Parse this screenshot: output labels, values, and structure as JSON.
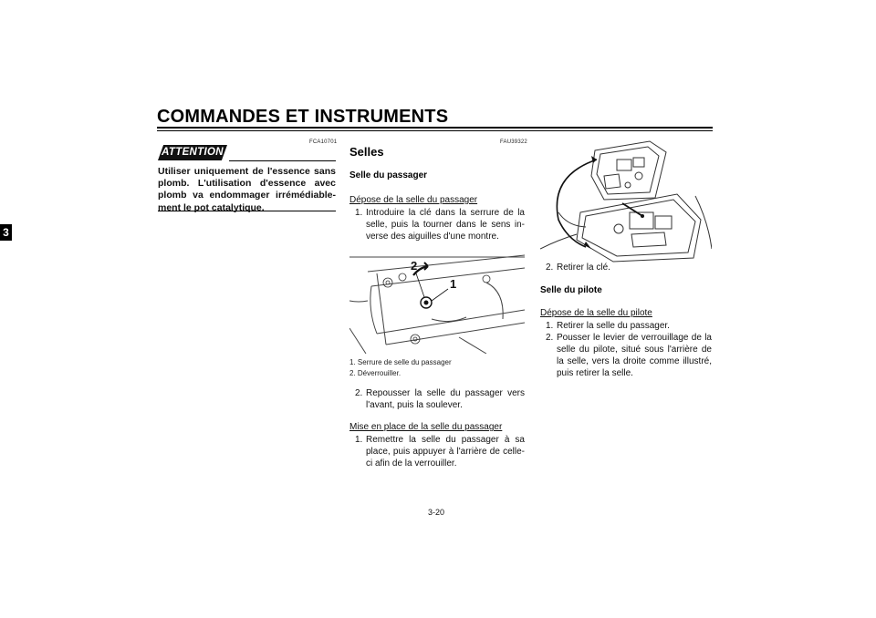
{
  "header": {
    "title": "COMMANDES ET INSTRUMENTS",
    "chapter_tab": "3"
  },
  "attention": {
    "code": "FCA10701",
    "badge": "ATTENTION",
    "text": "Utiliser uniquement de l'essence sans plomb. L'utilisation d'essence avec plomb va endommager irrémédiable-ment le pot catalytique."
  },
  "seats": {
    "code": "FAU39322",
    "title": "Selles",
    "passenger_seat_title": "Selle du passager",
    "removal_title": "Dépose de la selle du passager",
    "removal_steps": [
      {
        "num": "1.",
        "text": "Introduire la clé dans la serrure de la selle, puis la tourner dans le sens in-verse des aiguilles d'une montre."
      },
      {
        "num": "2.",
        "text": "Repousser la selle du passager vers l'avant, puis la soulever."
      }
    ],
    "figure_labels": {
      "one": "1",
      "two": "2"
    },
    "captions": [
      {
        "num": "1.",
        "text": "Serrure de selle du passager"
      },
      {
        "num": "2.",
        "text": "Déverrouiller."
      }
    ],
    "install_title": "Mise en place de la selle du passager",
    "install_steps": [
      {
        "num": "1.",
        "text": "Remettre la selle du passager à sa place, puis appuyer à l'arrière de celle-ci afin de la verrouiller."
      },
      {
        "num": "2.",
        "text": "Retirer la clé."
      }
    ],
    "rider_seat_title": "Selle du pilote",
    "rider_removal_title": "Dépose de la selle du pilote",
    "rider_steps": [
      {
        "num": "1.",
        "text": "Retirer la selle du passager."
      },
      {
        "num": "2.",
        "text": "Pousser le levier de verrouillage de la selle du pilote, situé sous l'arrière de la selle, vers la droite comme illustré, puis retirer la selle."
      }
    ]
  },
  "footer": {
    "page_number": "3-20"
  }
}
